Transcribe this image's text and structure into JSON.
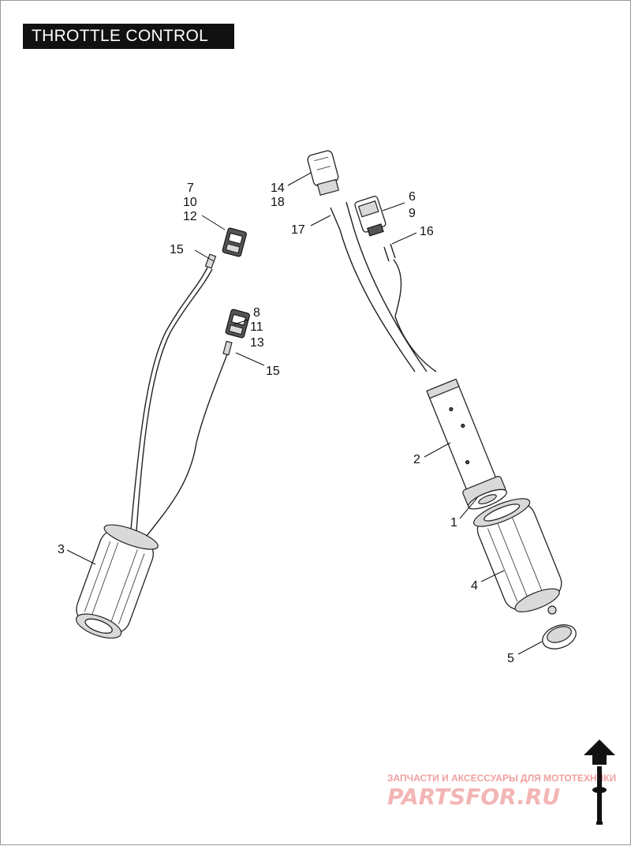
{
  "title": "THROTTLE CONTROL",
  "callouts": {
    "c1": "1",
    "c2": "2",
    "c3": "3",
    "c4": "4",
    "c5": "5",
    "c6": "6",
    "c9": "9",
    "c7": "7",
    "c10": "10",
    "c12": "12",
    "c8": "8",
    "c11": "11",
    "c13": "13",
    "c14": "14",
    "c18": "18",
    "c15a": "15",
    "c15b": "15",
    "c16": "16",
    "c17": "17"
  },
  "watermark": {
    "caption": "ЗАПЧАСТИ И АКСЕССУАРЫ ДЛЯ МОТОТЕХНИКИ",
    "logo": "PARTSFOR.RU"
  }
}
